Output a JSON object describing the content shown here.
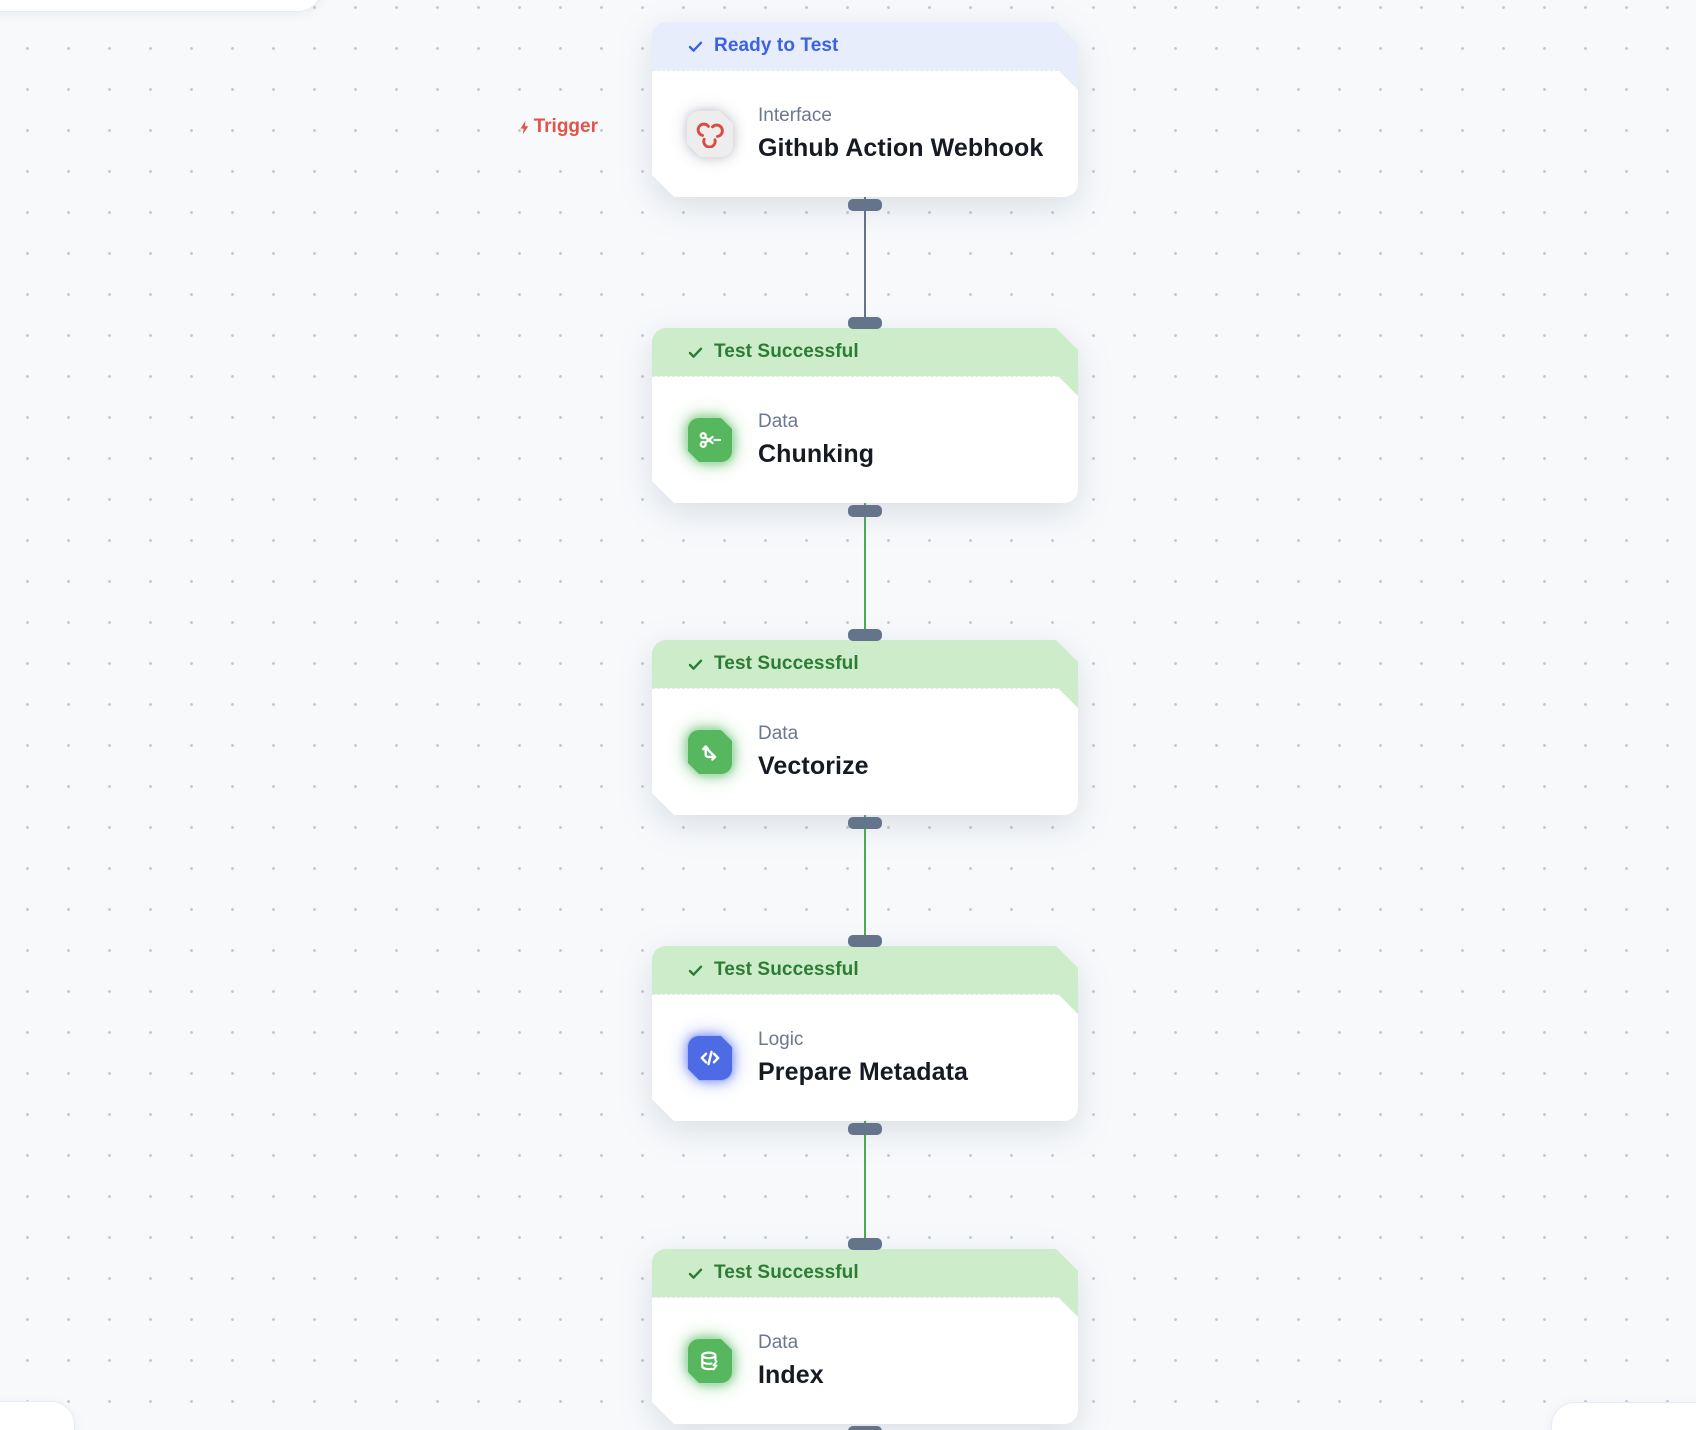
{
  "trigger": {
    "label": "Trigger"
  },
  "statuses": {
    "ready": {
      "label": "Ready to Test"
    },
    "success": {
      "label": "Test Successful"
    }
  },
  "nodes": [
    {
      "status_type": "ready",
      "status_label": "Ready to Test",
      "category": "Interface",
      "title": "Github Action Webhook",
      "icon": "webhook-icon",
      "icon_style": "gray-red"
    },
    {
      "status_type": "success",
      "status_label": "Test Successful",
      "category": "Data",
      "title": "Chunking",
      "icon": "scissors-icon",
      "icon_style": "green"
    },
    {
      "status_type": "success",
      "status_label": "Test Successful",
      "category": "Data",
      "title": "Vectorize",
      "icon": "vector-arrows-icon",
      "icon_style": "green"
    },
    {
      "status_type": "success",
      "status_label": "Test Successful",
      "category": "Logic",
      "title": "Prepare Metadata",
      "icon": "code-icon",
      "icon_style": "blue"
    },
    {
      "status_type": "success",
      "status_label": "Test Successful",
      "category": "Data",
      "title": "Index",
      "icon": "database-bolt-icon",
      "icon_style": "green"
    }
  ],
  "connections": [
    {
      "from": "Github Action Webhook",
      "to": "Chunking",
      "state": "pending"
    },
    {
      "from": "Chunking",
      "to": "Vectorize",
      "state": "success"
    },
    {
      "from": "Vectorize",
      "to": "Prepare Metadata",
      "state": "success"
    },
    {
      "from": "Prepare Metadata",
      "to": "Index",
      "state": "success"
    }
  ],
  "colors": {
    "canvas_bg": "#f7f9fb",
    "grid_dot": "#c3c8d2",
    "ready_bg": "#e8edfb",
    "ready_text": "#3a62e1",
    "success_bg": "#cdecca",
    "success_text": "#2d7c35",
    "edge_pending": "#64748b",
    "edge_success": "#4cab50",
    "handle": "#64748b",
    "trigger_red": "#e2544a",
    "icon_green": "#57b75f",
    "icon_blue": "#4e6be6",
    "icon_gray": "#ededee",
    "webhook_glyph_red": "#dd4a3f"
  }
}
